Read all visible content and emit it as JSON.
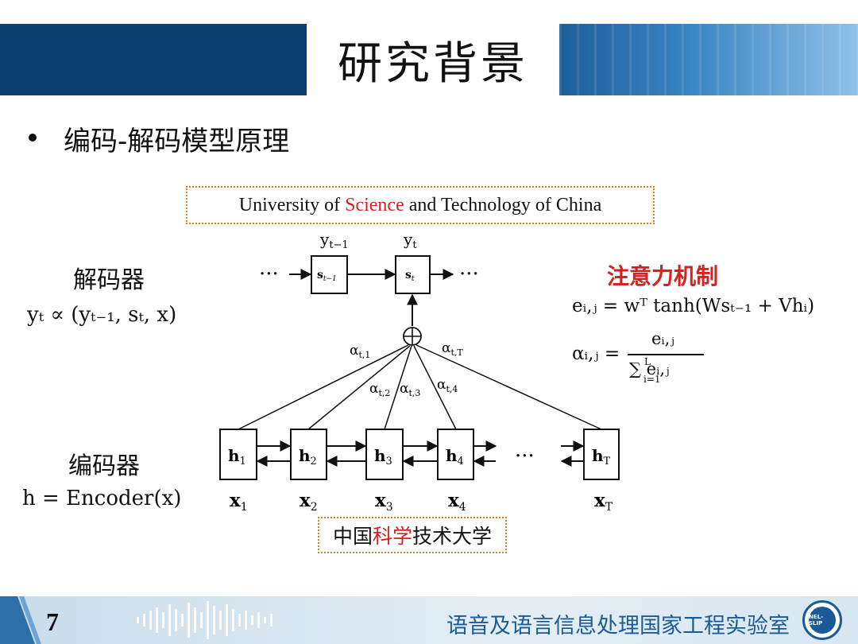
{
  "slide": {
    "title": "研究背景",
    "bullet": "编码-解码模型原理",
    "page_number": "7",
    "lab_name": "语音及语言信息处理国家工程实验室",
    "seal_text": "NEL-SLIP"
  },
  "diagram": {
    "english_box": {
      "before": "University of ",
      "highlight": "Science",
      "after": " and Technology of China"
    },
    "chinese_box": {
      "before": "中国",
      "highlight": "科学",
      "after": "技术大学"
    },
    "decoder_label": "解码器",
    "decoder_formula": "yₜ ∝ (yₜ₋₁, sₜ, x)",
    "encoder_label": "编码器",
    "encoder_formula": "h = Encoder(x)",
    "attention_title": "注意力机制",
    "energy_formula": "eᵢ,ⱼ = wᵀ tanh(Wsₜ₋₁ + Vhᵢ)",
    "alpha_lhs": "αᵢ,ⱼ =",
    "alpha_num": "eᵢ,ⱼ",
    "alpha_den": "∑ eᵢ,ⱼ",
    "alpha_den_sup": "L",
    "alpha_den_sub": "i=1",
    "dots": "···",
    "plus_symbol": "⊕",
    "decoder_states": [
      {
        "label": "s",
        "sub": "t−1",
        "output": "y",
        "output_sub": "t−1"
      },
      {
        "label": "s",
        "sub": "t",
        "output": "y",
        "output_sub": "t"
      }
    ],
    "encoder_states": [
      {
        "label": "h",
        "sub": "1",
        "input": "x",
        "input_sub": "1"
      },
      {
        "label": "h",
        "sub": "2",
        "input": "x",
        "input_sub": "2"
      },
      {
        "label": "h",
        "sub": "3",
        "input": "x",
        "input_sub": "3"
      },
      {
        "label": "h",
        "sub": "4",
        "input": "x",
        "input_sub": "4"
      },
      {
        "label": "h",
        "sub": "T",
        "input": "x",
        "input_sub": "T"
      }
    ],
    "attention_weights": [
      {
        "label": "α",
        "sub": "t,1"
      },
      {
        "label": "α",
        "sub": "t,2"
      },
      {
        "label": "α",
        "sub": "t,3"
      },
      {
        "label": "α",
        "sub": "t,4"
      },
      {
        "label": "α",
        "sub": "t,T"
      }
    ]
  },
  "colors": {
    "header_dark": "#0d3f73",
    "highlight": "#d42222",
    "dotted_border": "#e07b22",
    "footer_text": "#1b5a96"
  }
}
